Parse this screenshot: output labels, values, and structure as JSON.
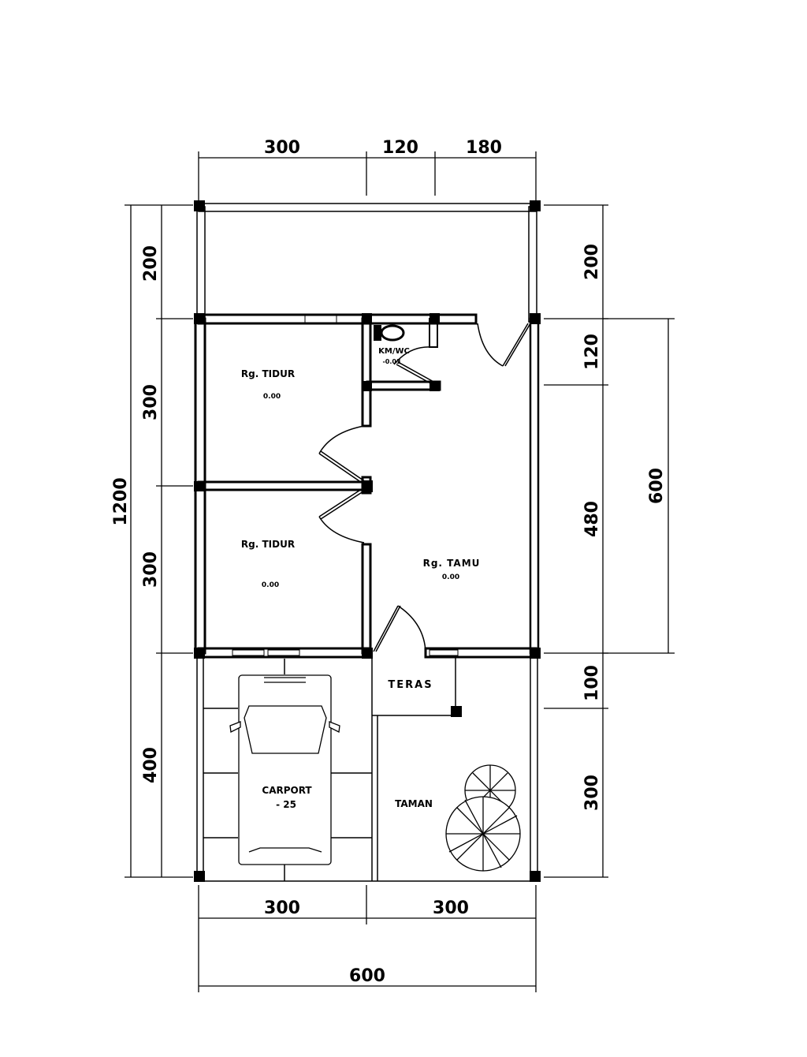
{
  "plan": {
    "rooms": {
      "bedroom_1": {
        "name": "Rg. TIDUR",
        "level": "0.00"
      },
      "bedroom_2": {
        "name": "Rg. TIDUR",
        "level": "0.00"
      },
      "bathroom": {
        "name": "KM/WC",
        "level": "-0.03"
      },
      "living": {
        "name": "Rg. TAMU",
        "level": "0.00"
      },
      "terrace": {
        "name": "TERAS"
      },
      "carport": {
        "name": "CARPORT",
        "level": "- 25"
      },
      "garden": {
        "name": "TAMAN"
      }
    },
    "dimensions": {
      "top": [
        "300",
        "120",
        "180"
      ],
      "left_inner": [
        "200",
        "300",
        "300",
        "400"
      ],
      "left_total": "1200",
      "right_inner": [
        "200",
        "120",
        "480",
        "100",
        "300"
      ],
      "right_outer": "600",
      "bottom_inner": [
        "300",
        "300"
      ],
      "bottom_total": "600"
    },
    "colors": {
      "line": "#000000",
      "background": "#ffffff"
    }
  }
}
